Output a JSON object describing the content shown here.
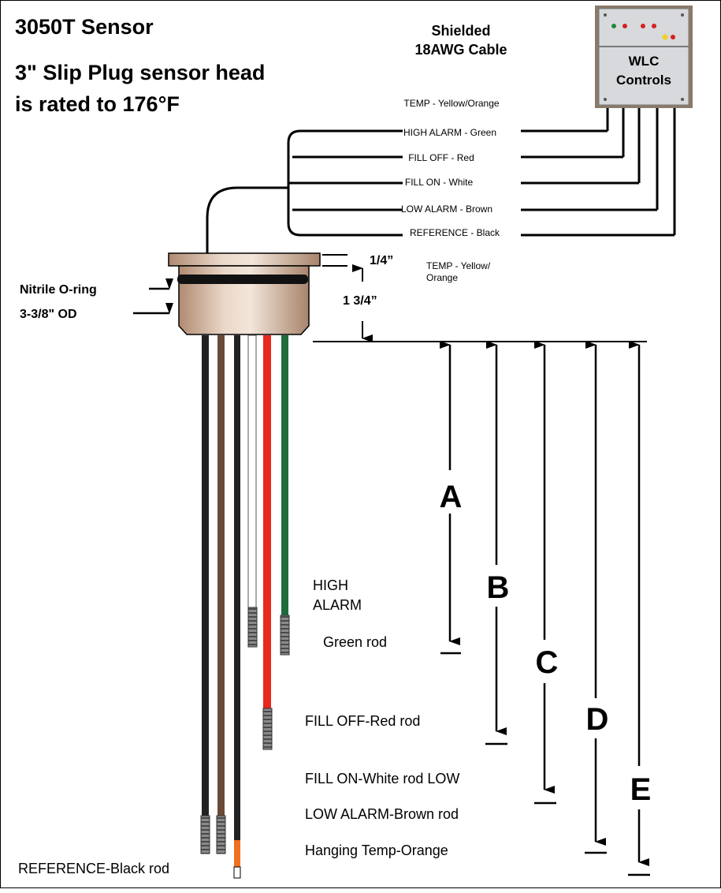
{
  "title": "3050T Sensor",
  "subtitle_line1": "3\" Slip Plug sensor head",
  "subtitle_line2": "is rated to 176°F",
  "cable_line1": "Shielded",
  "cable_line2": "18AWG Cable",
  "controller_line1": "WLC",
  "controller_line2": "Controls",
  "wires": {
    "temp": "TEMP - Yellow/Orange",
    "high_alarm": "HIGH ALARM - Green",
    "fill_off": "FILL OFF - Red",
    "fill_on": "FILL ON - White",
    "low_alarm": "LOW ALARM - Brown",
    "reference": "REFERENCE - Black"
  },
  "head": {
    "oring_label": "Nitrile O-ring",
    "od_label": "3-3/8\" OD",
    "flange_dim": "1/4”",
    "body_dim": "1 3/4”",
    "temp_note_line1": "TEMP - Yellow/",
    "temp_note_line2": "Orange"
  },
  "rod_labels": {
    "high_alarm_line1": "HIGH",
    "high_alarm_line2": "ALARM",
    "green_rod": "Green rod",
    "fill_off": "FILL OFF-Red rod",
    "fill_on": "FILL ON-White rod LOW",
    "low_alarm": "LOW ALARM-Brown rod",
    "hanging_temp": "Hanging Temp-Orange",
    "reference": "REFERENCE-Black rod"
  },
  "dimensions": {
    "a": "A",
    "b": "B",
    "c": "C",
    "d": "D",
    "e": "E"
  },
  "colors": {
    "green": "#1e6b3c",
    "red": "#e8281e",
    "white": "#ffffff",
    "brown": "#6b4a35",
    "black": "#222222",
    "orange": "#f07020",
    "head_tan": "#c4a28a",
    "box_gray": "#d7d9dc"
  }
}
